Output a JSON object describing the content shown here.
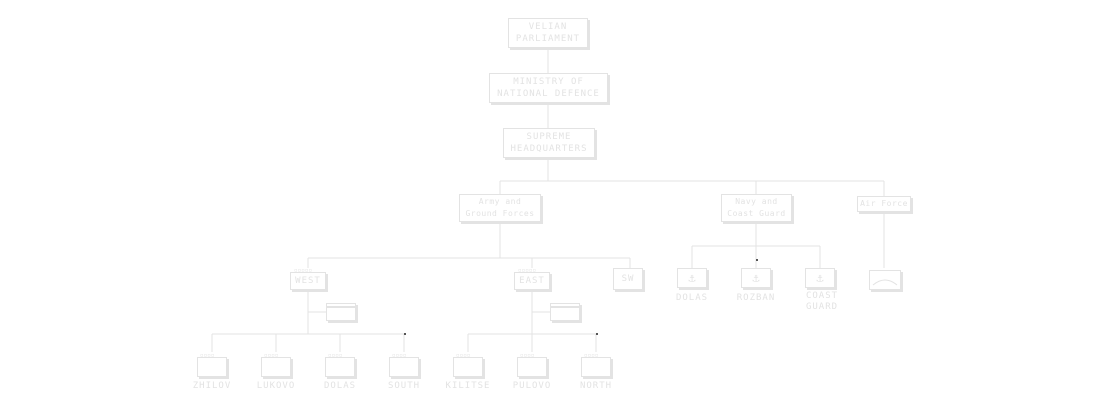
{
  "colors": {
    "line": "#e3e3e3",
    "ink": "#e3e3e3",
    "pin": "#555555"
  },
  "nodes": {
    "parliament": "VELIAN\nPARLIAMENT",
    "ministry": "MINISTRY OF\nNATIONAL DEFENCE",
    "hq": "SUPREME\nHEADQUARTERS",
    "army": "Army and\nGround Forces",
    "navy": "Navy and\nCoast Guard",
    "airforce": "Air Force"
  },
  "army_units": {
    "west": "WEST",
    "east": "EAST",
    "sw": "SW"
  },
  "west_subunits": [
    "ZHILOV",
    "LUKOVO",
    "DOLAS",
    "SOUTH"
  ],
  "east_subunits": [
    "KILITSE",
    "PULOVO",
    "NORTH"
  ],
  "navy_units": [
    "DOLAS",
    "ROZBAN",
    "COAST\nGUARD"
  ],
  "icons": {
    "navy": "anchor-icon",
    "airforce": "aircraft-icon"
  }
}
